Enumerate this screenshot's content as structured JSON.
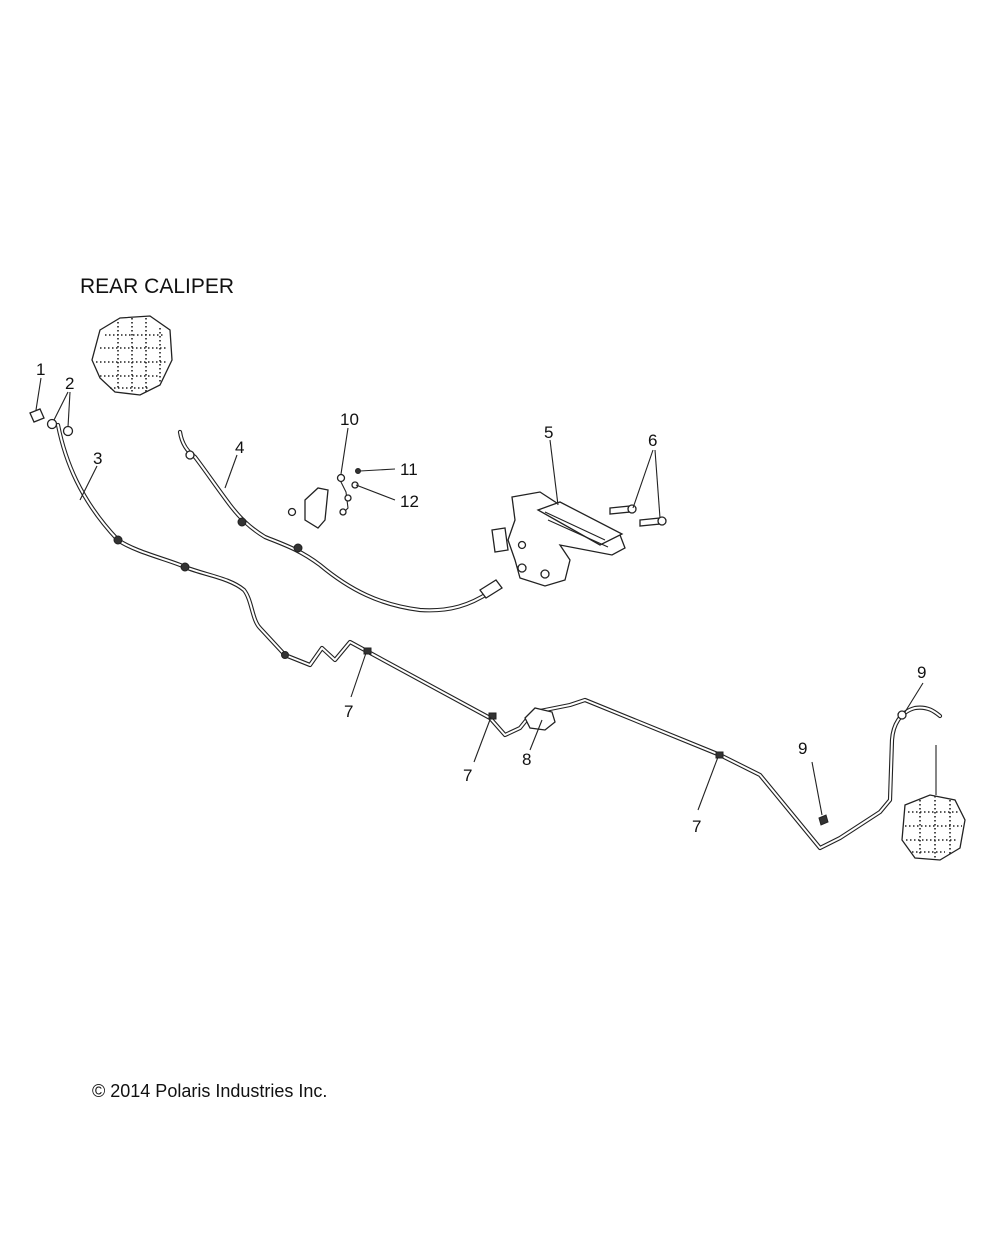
{
  "diagram": {
    "section_label": "REAR CALIPER",
    "copyright": "© 2014 Polaris Industries Inc.",
    "callouts": [
      {
        "id": "1",
        "text": "1"
      },
      {
        "id": "2",
        "text": "2"
      },
      {
        "id": "3",
        "text": "3"
      },
      {
        "id": "4",
        "text": "4"
      },
      {
        "id": "5",
        "text": "5"
      },
      {
        "id": "6",
        "text": "6"
      },
      {
        "id": "7a",
        "text": "7"
      },
      {
        "id": "7b",
        "text": "7"
      },
      {
        "id": "7c",
        "text": "7"
      },
      {
        "id": "8",
        "text": "8"
      },
      {
        "id": "9a",
        "text": "9"
      },
      {
        "id": "9b",
        "text": "9"
      },
      {
        "id": "10",
        "text": "10"
      },
      {
        "id": "11",
        "text": "11"
      },
      {
        "id": "12",
        "text": "12"
      }
    ]
  }
}
